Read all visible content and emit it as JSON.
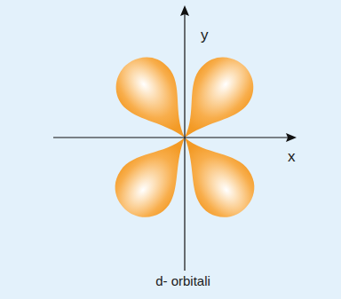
{
  "diagram": {
    "labels": [
      "y",
      "x",
      "d- orbitali"
    ]
  }
}
